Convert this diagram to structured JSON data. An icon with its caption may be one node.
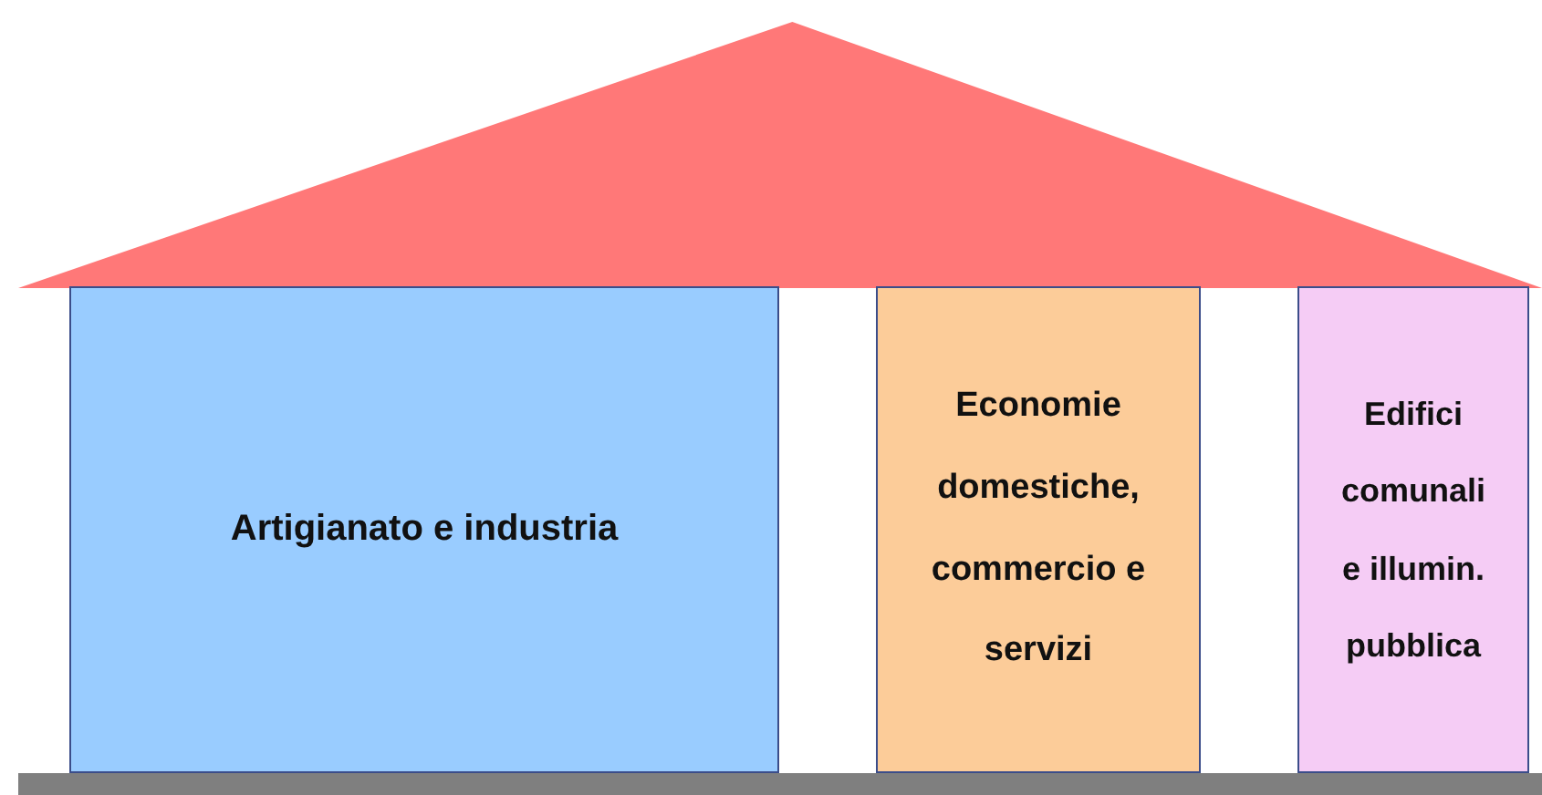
{
  "diagram": {
    "nodes": [
      {
        "text": [],
        "shape": "triangle"
      },
      {
        "text": [
          "Artigianato e industria"
        ]
      },
      {
        "text": [
          "Economie domestiche, commercio e servizi"
        ]
      },
      {
        "text": [
          "Edifici comunali e illumin. pubblica"
        ]
      },
      {
        "text": [],
        "shape": "bar"
      }
    ]
  }
}
